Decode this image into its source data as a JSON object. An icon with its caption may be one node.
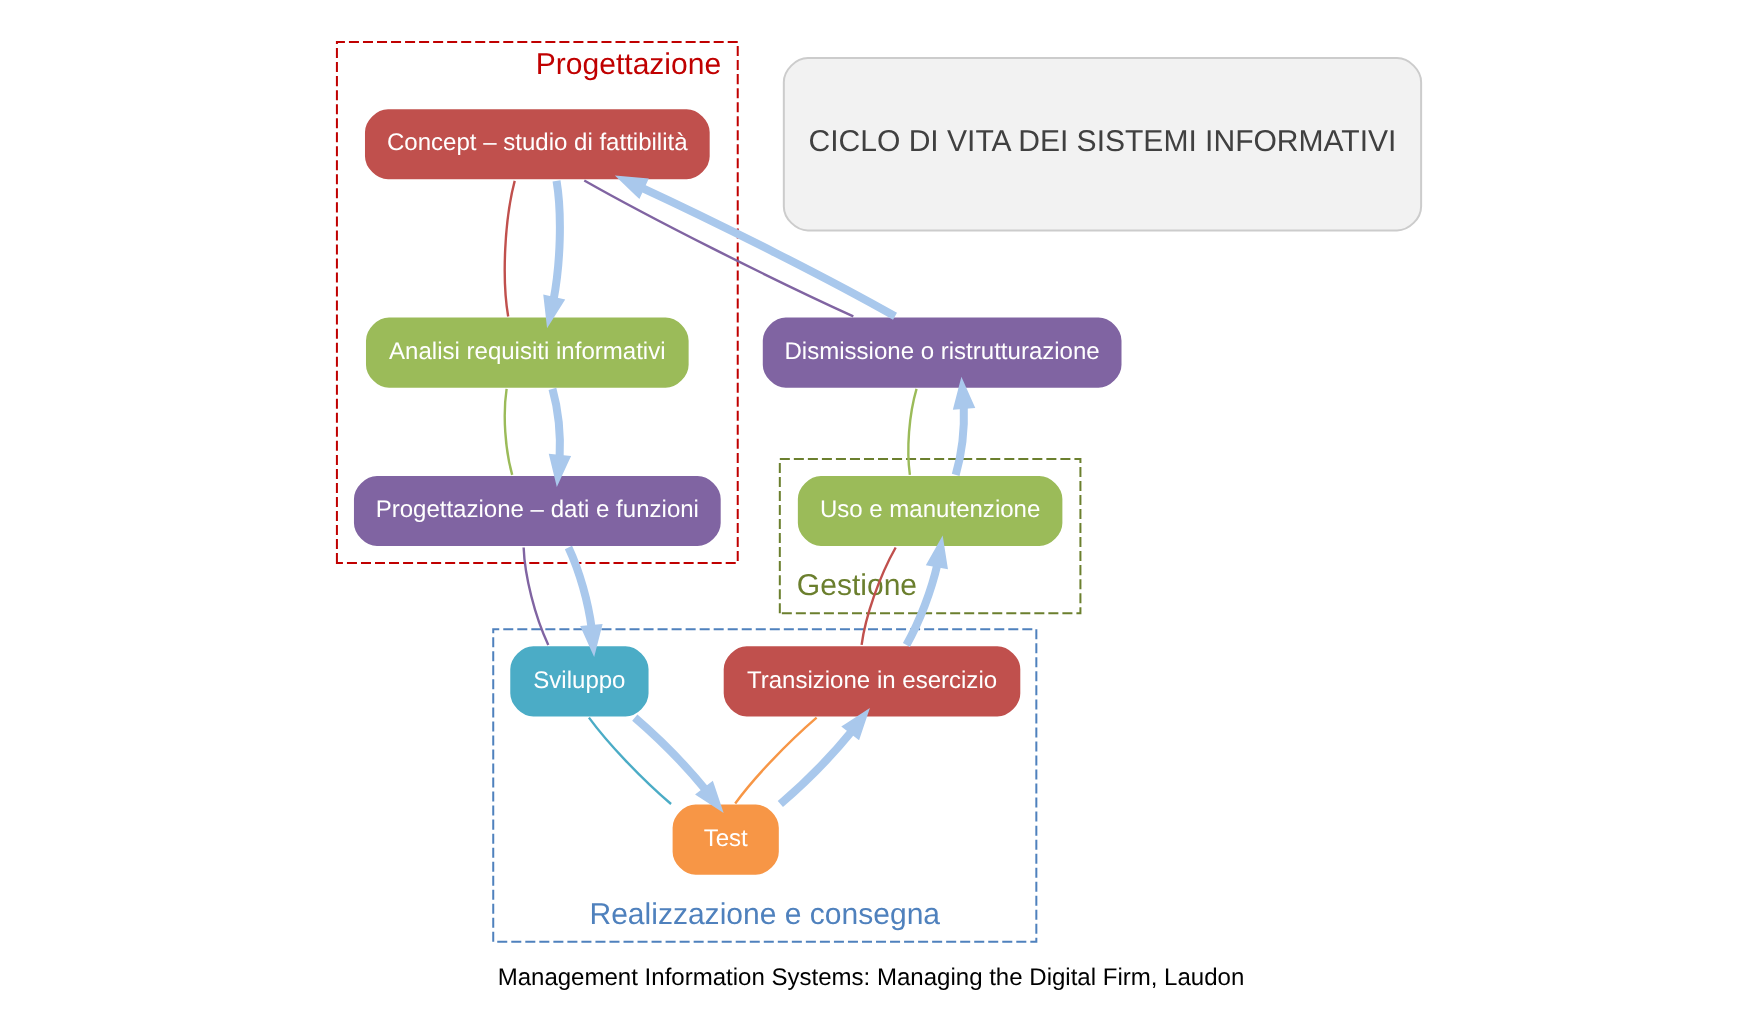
{
  "diagram": {
    "caption": "Management Information Systems: Managing the Digital Firm, Laudon",
    "nodes": [
      {
        "text": [
          "Progettazione"
        ]
      },
      {
        "text": [
          "Concept – studio di fattibilità"
        ],
        "in": 0
      },
      {
        "text": [
          "Analisi requisiti informativi"
        ],
        "in": 0
      },
      {
        "text": [
          "Progettazione – dati e funzioni"
        ],
        "in": 0
      },
      {
        "text": [
          "CICLO DI VITA DEI SISTEMI INFORMATIVI"
        ]
      },
      {
        "text": [
          "Gestione"
        ]
      },
      {
        "text": [
          "Uso e manutenzione"
        ],
        "in": 5
      },
      {
        "text": [
          "Dismissione o ristrutturazione"
        ]
      },
      {
        "text": [
          "Realizzazione e consegna"
        ]
      },
      {
        "text": [
          "Transizione in esercizio"
        ],
        "in": 8
      },
      {
        "text": [
          "Sviluppo"
        ],
        "in": 8
      },
      {
        "text": [
          "Test"
        ],
        "in": 8
      }
    ],
    "edges": [
      {
        "from": 1,
        "to": 2,
        "arrow": "none",
        "color": "#c0504d"
      },
      {
        "from": 2,
        "to": 3,
        "arrow": "none",
        "color": "#9bbb59"
      },
      {
        "from": 3,
        "to": 10,
        "arrow": "none",
        "color": "#8064a2"
      },
      {
        "from": 10,
        "to": 11,
        "arrow": "none",
        "color": "#4bacc6"
      },
      {
        "from": 11,
        "to": 9,
        "arrow": "none",
        "color": "#f79646"
      },
      {
        "from": 9,
        "to": 6,
        "arrow": "none",
        "color": "#c0504d"
      },
      {
        "from": 6,
        "to": 7,
        "arrow": "none",
        "color": "#9bbb59"
      },
      {
        "from": 7,
        "to": 1,
        "arrow": "none",
        "color": "#8064a2"
      },
      {
        "from": 1,
        "to": 2,
        "arrow": "to",
        "style": "thick",
        "color": "#a9c8ec"
      },
      {
        "from": 2,
        "to": 3,
        "arrow": "to",
        "style": "thick",
        "color": "#a9c8ec"
      },
      {
        "from": 3,
        "to": 10,
        "arrow": "to",
        "style": "thick",
        "color": "#a9c8ec"
      },
      {
        "from": 10,
        "to": 11,
        "arrow": "to",
        "style": "thick",
        "color": "#a9c8ec"
      },
      {
        "from": 11,
        "to": 9,
        "arrow": "to",
        "style": "thick",
        "color": "#a9c8ec"
      },
      {
        "from": 9,
        "to": 6,
        "arrow": "to",
        "style": "thick",
        "color": "#a9c8ec"
      },
      {
        "from": 6,
        "to": 7,
        "arrow": "to",
        "style": "thick",
        "color": "#a9c8ec"
      },
      {
        "from": 7,
        "to": 1,
        "arrow": "to",
        "style": "thick",
        "color": "#a9c8ec"
      }
    ]
  }
}
